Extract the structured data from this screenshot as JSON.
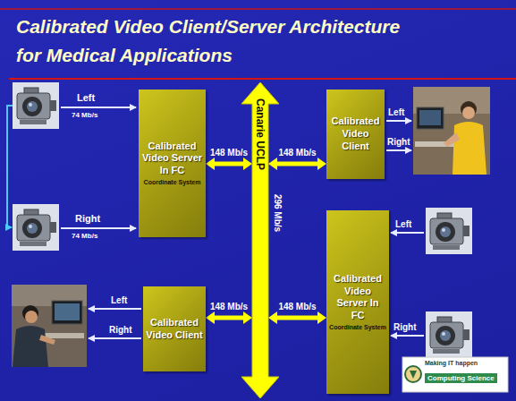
{
  "diagram": {
    "title": "Calibrated Video Client/Server Architecture for Medical Applications",
    "nodes": [
      {
        "text": [
          "Calibrated Video Server In FC",
          "Coordinate System"
        ]
      },
      {
        "text": [
          "Canarie UCLP",
          "296 Mb/s"
        ]
      },
      {
        "text": [
          "Calibrated Video Client"
        ]
      },
      {
        "text": [
          "Calibrated Video Client"
        ]
      },
      {
        "text": [
          "Calibrated Video Server In FC",
          "Coordinate System"
        ]
      }
    ],
    "edges": [
      {
        "from": 0,
        "to": 1,
        "label": "148 Mb/s",
        "arrow": "both"
      },
      {
        "from": 2,
        "to": 1,
        "label": "148 Mb/s",
        "arrow": "both"
      },
      {
        "from": 3,
        "to": 1,
        "label": "148 Mb/s",
        "arrow": "both"
      },
      {
        "from": 4,
        "to": 1,
        "label": "148 Mb/s",
        "arrow": "both"
      }
    ],
    "labels": [
      "Left",
      "74 Mb/s",
      "Right",
      "74 Mb/s",
      "Left",
      "Right",
      "Left",
      "Right",
      "Left",
      "Right",
      "Making IT happen",
      "Computing Science"
    ]
  }
}
